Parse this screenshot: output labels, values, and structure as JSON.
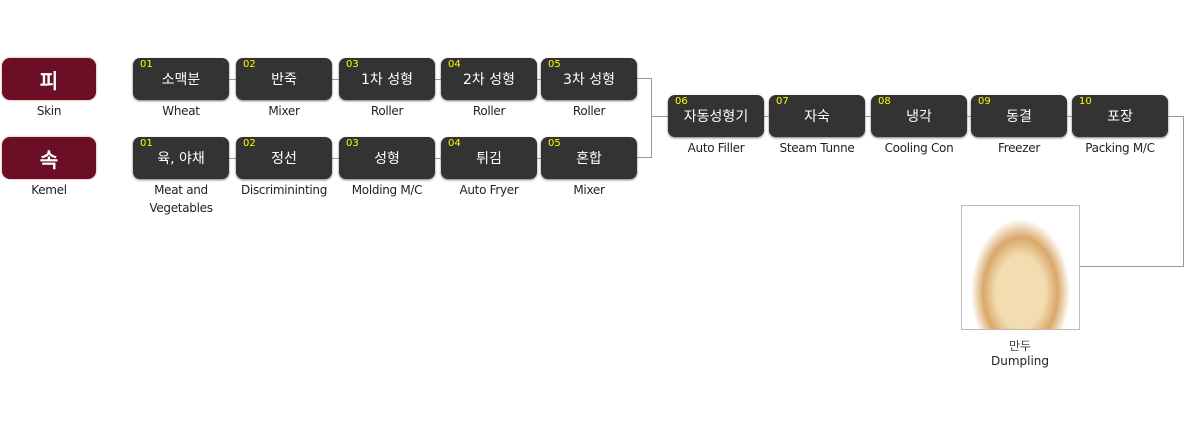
{
  "categories": [
    {
      "label": "피",
      "en": "Skin"
    },
    {
      "label": "속",
      "en": "Kemel"
    }
  ],
  "skin_steps": [
    {
      "num": "01",
      "ko": "소맥분",
      "en": "Wheat"
    },
    {
      "num": "02",
      "ko": "반죽",
      "en": "Mixer"
    },
    {
      "num": "03",
      "ko": "1차 성형",
      "en": "Roller"
    },
    {
      "num": "04",
      "ko": "2차 성형",
      "en": "Roller"
    },
    {
      "num": "05",
      "ko": "3차 성형",
      "en": "Roller"
    }
  ],
  "kernel_steps": [
    {
      "num": "01",
      "ko": "육, 야채",
      "en": "Meat and Vegetables"
    },
    {
      "num": "02",
      "ko": "정선",
      "en": "Discrimininting"
    },
    {
      "num": "03",
      "ko": "성형",
      "en": "Molding M/C"
    },
    {
      "num": "04",
      "ko": "튀김",
      "en": "Auto Fryer"
    },
    {
      "num": "05",
      "ko": "혼합",
      "en": "Mixer"
    }
  ],
  "main_steps": [
    {
      "num": "06",
      "ko": "자동성형기",
      "en": "Auto Filler"
    },
    {
      "num": "07",
      "ko": "자숙",
      "en": "Steam Tunne"
    },
    {
      "num": "08",
      "ko": "냉각",
      "en": "Cooling Con"
    },
    {
      "num": "09",
      "ko": "동결",
      "en": "Freezer"
    },
    {
      "num": "10",
      "ko": "포장",
      "en": "Packing M/C"
    }
  ],
  "product": {
    "ko": "만두",
    "en": "Dumpling"
  }
}
